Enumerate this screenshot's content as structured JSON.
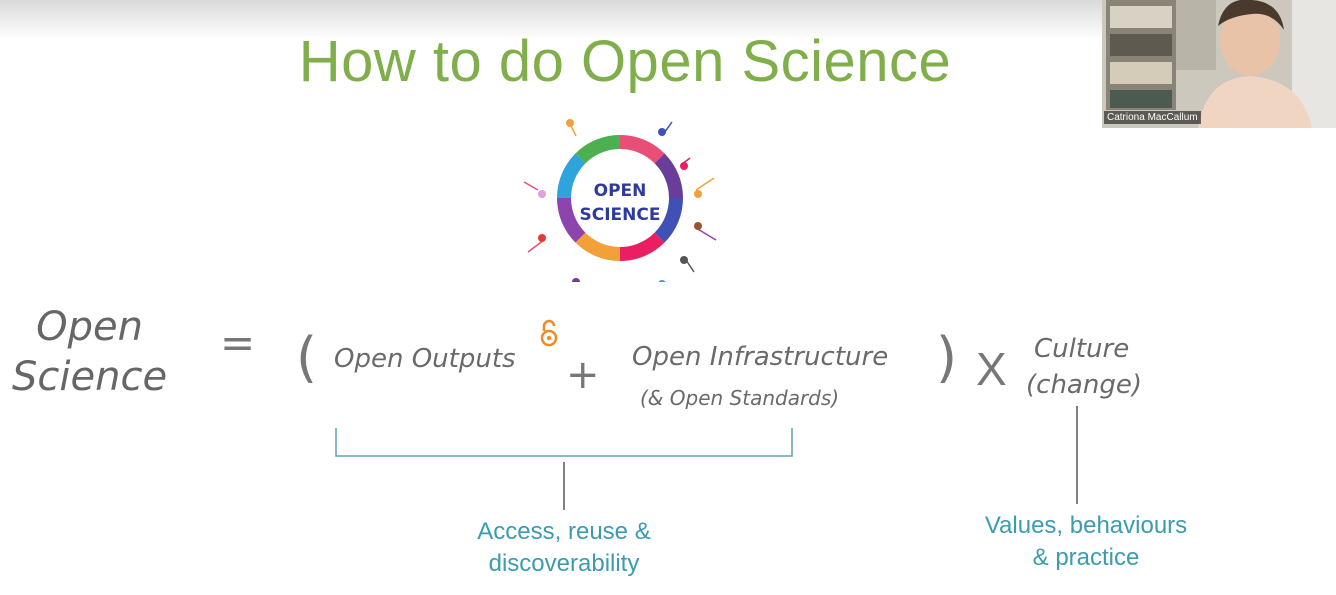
{
  "slide": {
    "title": "How to do Open Science"
  },
  "logo": {
    "line1": "OPEN",
    "line2": "SCIENCE"
  },
  "equation": {
    "lhs_line1": "Open",
    "lhs_line2": "Science",
    "equals": "=",
    "open_paren": "(",
    "term1": "Open Outputs",
    "plus": "+",
    "term2": "Open Infrastructure",
    "term2_sub": "(& Open Standards)",
    "close_paren": ")",
    "times": "X",
    "term3_line1": "Culture",
    "term3_line2": "(change)"
  },
  "annotations": {
    "left_line1": "Access, reuse &",
    "left_line2": "discoverability",
    "right_line1": "Values, behaviours",
    "right_line2": "& practice"
  },
  "video": {
    "participant_name": "Catriona MacCallum"
  },
  "colors": {
    "title": "#7fae4a",
    "annotation": "#3b9cb0",
    "open_access_icon": "#f08a24",
    "logo_text": "#2e3a9e"
  }
}
